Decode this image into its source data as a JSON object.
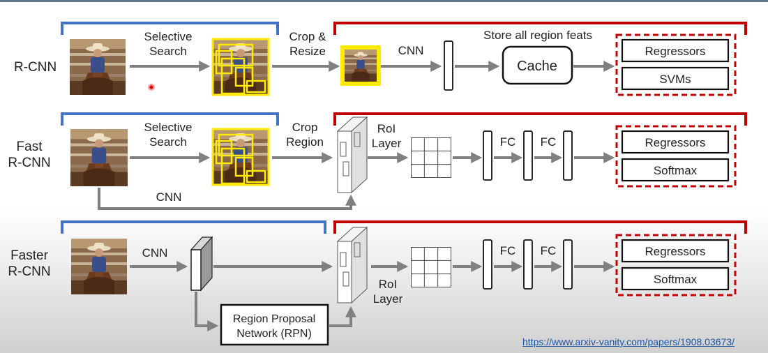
{
  "rows": {
    "rcnn": {
      "title": "R-CNN",
      "selective_search": [
        "Selective",
        "Search"
      ],
      "crop_resize": [
        "Crop  &",
        "Resize"
      ],
      "cnn": "CNN",
      "store_feats": "Store all region feats",
      "cache": "Cache",
      "heads": [
        "Regressors",
        "SVMs"
      ]
    },
    "fast": {
      "title": [
        "Fast",
        "R-CNN"
      ],
      "selective_search": [
        "Selective",
        "Search"
      ],
      "crop_region": [
        "Crop",
        "Region"
      ],
      "roi_layer": [
        "RoI",
        "Layer"
      ],
      "fc1": "FC",
      "fc2": "FC",
      "cnn": "CNN",
      "heads": [
        "Regressors",
        "Softmax"
      ]
    },
    "faster": {
      "title": [
        "Faster",
        "R-CNN"
      ],
      "cnn": "CNN",
      "rpn": [
        "Region Proposal",
        "Network (RPN)"
      ],
      "roi_layer": [
        "RoI",
        "Layer"
      ],
      "fc1": "FC",
      "fc2": "FC",
      "heads": [
        "Regressors",
        "Softmax"
      ]
    }
  },
  "link": "https://www.arxiv-vanity.com/papers/1908.03673/",
  "colors": {
    "bracket_blue": "#4472c4",
    "bracket_red": "#c00000",
    "highlight_yellow": "#ffea00",
    "arrow_gray": "#808080"
  },
  "icons": {
    "photo": "cowboy-rider-photo"
  }
}
